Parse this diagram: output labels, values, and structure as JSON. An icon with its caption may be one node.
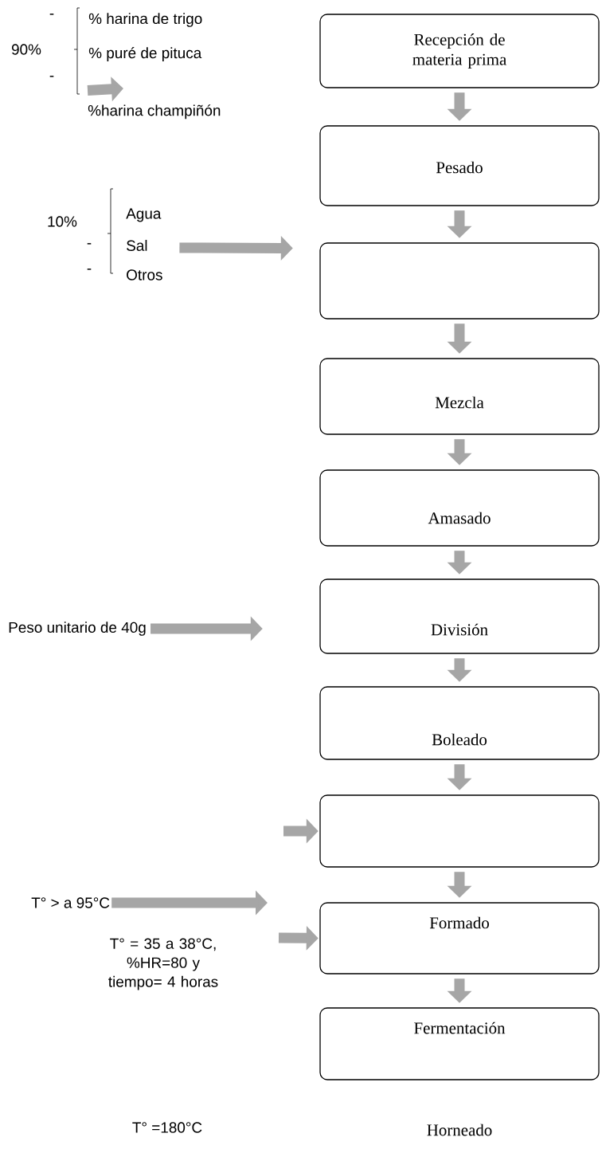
{
  "diagram": {
    "nodes": [
      {
        "text": [
          "Recepción de materia prima"
        ]
      },
      {
        "text": [
          "Pesado"
        ]
      },
      {
        "text": [],
        "shape": "box"
      },
      {
        "text": [
          "Mezcla"
        ]
      },
      {
        "text": [
          "Amasado"
        ]
      },
      {
        "text": [
          "División"
        ]
      },
      {
        "text": [
          "Boleado"
        ]
      },
      {
        "text": [],
        "shape": "box"
      },
      {
        "text": [
          "Formado"
        ]
      },
      {
        "text": [
          "Fermentación"
        ]
      },
      {
        "text": [
          "-",
          "% harina de trigo",
          "90%",
          "% puré de pituca",
          "-"
        ]
      },
      {
        "text": [
          "10%",
          "Agua",
          "-",
          "Sal",
          "-",
          "Otros"
        ]
      },
      {
        "text": [
          "Peso unitario de 40g"
        ]
      },
      {
        "text": [
          "T° > a 95°C"
        ]
      },
      {
        "text": [
          "%harina champiñón"
        ]
      }
    ],
    "edges": [
      {
        "from": 0,
        "to": 1,
        "arrow": "to"
      },
      {
        "from": 1,
        "to": 2,
        "arrow": "to"
      },
      {
        "from": 2,
        "to": 3,
        "arrow": "to"
      },
      {
        "from": 3,
        "to": 4,
        "arrow": "to"
      },
      {
        "from": 4,
        "to": 5,
        "arrow": "to"
      },
      {
        "from": 5,
        "to": 6,
        "arrow": "to"
      },
      {
        "from": 6,
        "to": 7,
        "arrow": "to"
      },
      {
        "from": 7,
        "to": 8,
        "arrow": "to"
      },
      {
        "from": 8,
        "to": 9,
        "arrow": "to"
      },
      {
        "from": 10,
        "to": 14,
        "arrow": "to"
      },
      {
        "from": 11,
        "to": 2,
        "arrow": "to"
      },
      {
        "from": 12,
        "to": 5,
        "arrow": "to"
      },
      {
        "from": null,
        "to": 7,
        "arrow": "to"
      },
      {
        "from": 13,
        "to": null,
        "arrow": "to"
      },
      {
        "from": null,
        "to": 8,
        "arrow": "to"
      }
    ],
    "labels": [
      "T° = 35 a 38°C, %HR=80 y tiempo= 4 horas",
      "T° =180°C",
      "Horneado"
    ]
  }
}
